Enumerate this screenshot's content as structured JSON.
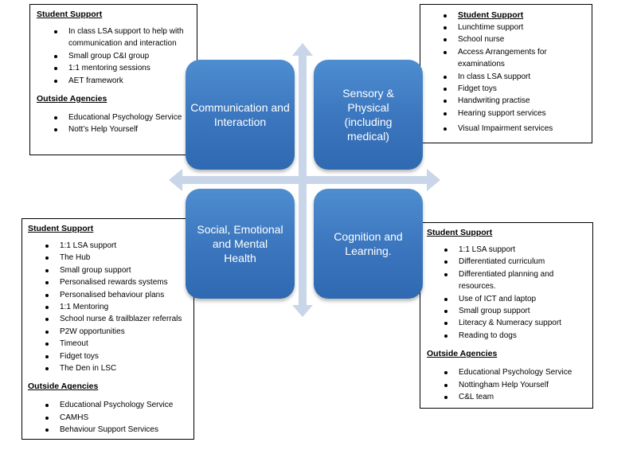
{
  "quadrants": {
    "ci": "Communication and Interaction",
    "sp": "Sensory & Physical (including medical)",
    "se": "Social, Emotional and Mental Health",
    "cl": "Cognition and Learning."
  },
  "top_left": {
    "support_title": "Student Support",
    "support_items": [
      "In class LSA support to help with communication and interaction",
      "Small group C&I group",
      "1:1 mentoring sessions",
      "AET framework"
    ],
    "agencies_title": "Outside Agencies",
    "agencies_items": [
      "Educational Psychology Service",
      "Nott’s Help Yourself"
    ]
  },
  "top_right": {
    "support_title": "Student Support",
    "support_items": [
      "Lunchtime support",
      "School nurse",
      "Access Arrangements for examinations",
      "In class LSA support",
      "Fidget toys",
      "Handwriting practise",
      "Hearing support services",
      "Visual Impairment services"
    ]
  },
  "bottom_left": {
    "support_title": "Student Support",
    "support_items": [
      "1:1 LSA support",
      "The Hub",
      "Small group support",
      "Personalised rewards systems",
      "Personalised behaviour plans",
      "1:1 Mentoring",
      "School nurse & trailblazer referrals",
      "P2W opportunities",
      "Timeout",
      "Fidget toys",
      "The Den in LSC"
    ],
    "agencies_title": "Outside Agencies",
    "agencies_items": [
      "Educational Psychology Service",
      "CAMHS",
      "Behaviour Support Services"
    ]
  },
  "bottom_right": {
    "support_title": "Student Support",
    "support_items": [
      "1:1 LSA support",
      "Differentiated curriculum",
      "Differentiated planning and resources.",
      "Use of ICT and laptop",
      "Small group support",
      "Literacy & Numeracy support",
      "Reading to dogs"
    ],
    "agencies_title": "Outside Agencies",
    "agencies_items": [
      "Educational Psychology Service",
      "Nottingham Help Yourself",
      "C&L team"
    ]
  },
  "colors": {
    "quad_fill": "#3a75bd",
    "cross_arrow": "#c9d5e8"
  }
}
